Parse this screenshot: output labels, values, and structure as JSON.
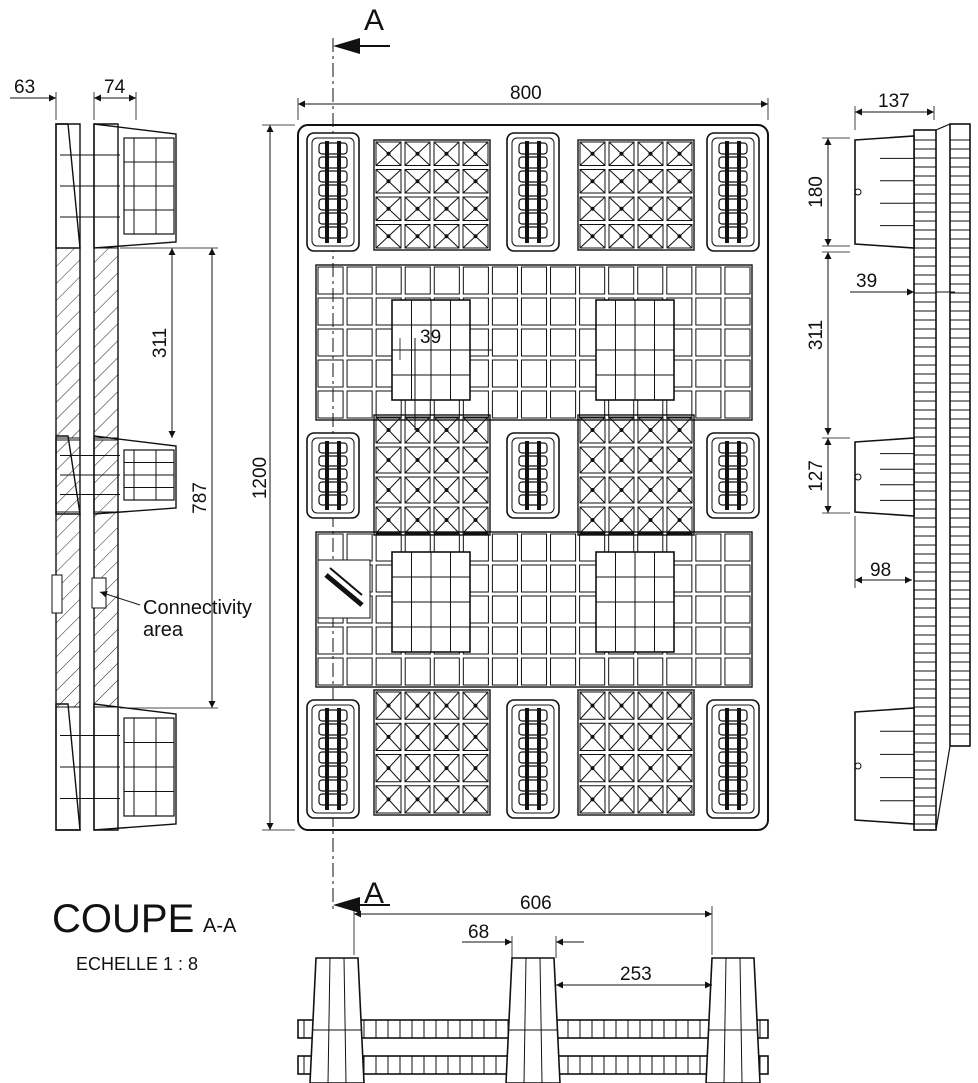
{
  "section": {
    "marker": "A",
    "title": "COUPE",
    "title_suffix": "A-A",
    "scale": "ECHELLE  1 : 8"
  },
  "annotation": {
    "line1": "Connectivity",
    "line2": "area"
  },
  "dimensions": {
    "top_width": "800",
    "height": "1200",
    "left_offset": "63",
    "left_block": "74",
    "left_gap": "311",
    "left_span": "787",
    "plan_inner": "39",
    "right_width": "137",
    "right_top_block": "180",
    "right_inner": "39",
    "right_gap": "311",
    "right_mid_block": "127",
    "right_foot": "98",
    "bottom_span": "606",
    "bottom_foot": "68",
    "bottom_gap": "253"
  }
}
